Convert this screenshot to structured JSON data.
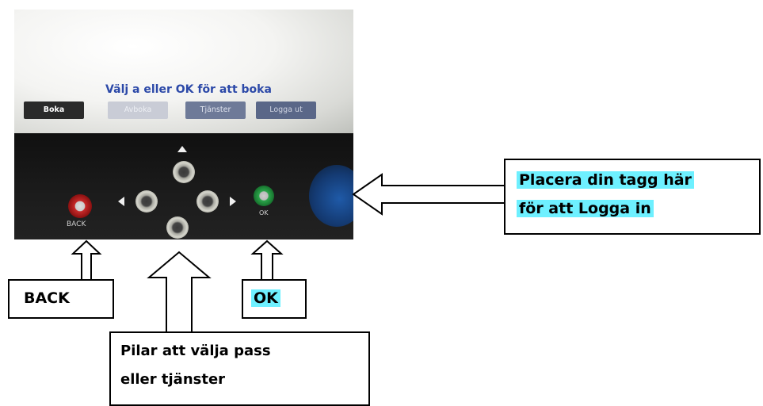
{
  "kiosk": {
    "screen_title": "Välj a         eller OK för att boka",
    "tabs": [
      {
        "label": "Boka"
      },
      {
        "label": "Avboka"
      },
      {
        "label": "Tjänster"
      },
      {
        "label": "Logga ut"
      }
    ],
    "back_label": "BACK",
    "ok_label": "OK"
  },
  "callouts": {
    "back": "BACK",
    "ok": "OK",
    "pilar_line1": "Pilar att välja pass",
    "pilar_line2": "eller tjänster",
    "tag_line1": "Placera din tagg här",
    "tag_line2": "för att Logga in"
  },
  "colors": {
    "highlight": "#6ef0ff",
    "screen_title": "#2c49a8",
    "back_button": "#c72a2a",
    "ok_button": "#2ba44a",
    "tag_reader": "#1f5aa8"
  }
}
